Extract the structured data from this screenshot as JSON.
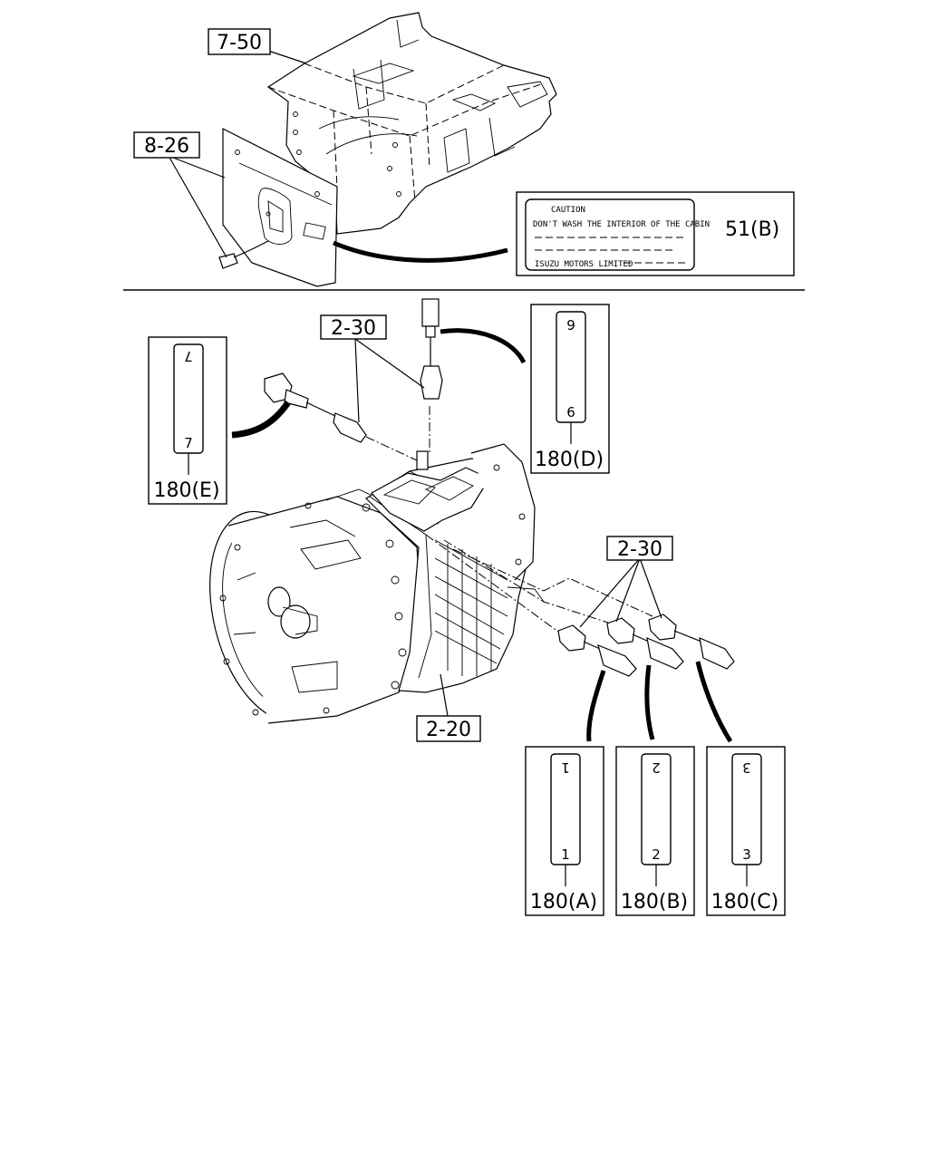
{
  "callouts": {
    "c_7_50": "7-50",
    "c_8_26": "8-26",
    "c_51b": "51(B)",
    "c_2_30_top": "2-30",
    "c_2_30_right": "2-30",
    "c_2_20": "2-20",
    "c_180e": "180(E)",
    "c_180d": "180(D)",
    "c_180a": "180(A)",
    "c_180b": "180(B)",
    "c_180c": "180(C)"
  },
  "caution_label": {
    "title": "CAUTION",
    "line1": "DON'T WASH THE INTERIOR OF THE CABIN",
    "footer": "ISUZU MOTORS LIMITED"
  },
  "tags": {
    "e_top": "7",
    "e_bottom": "7",
    "d_top": "9",
    "d_bottom": "6",
    "a_top": "1",
    "a_bottom": "1",
    "b_top": "2",
    "b_bottom": "2",
    "c_top": "3",
    "c_bottom": "3"
  }
}
